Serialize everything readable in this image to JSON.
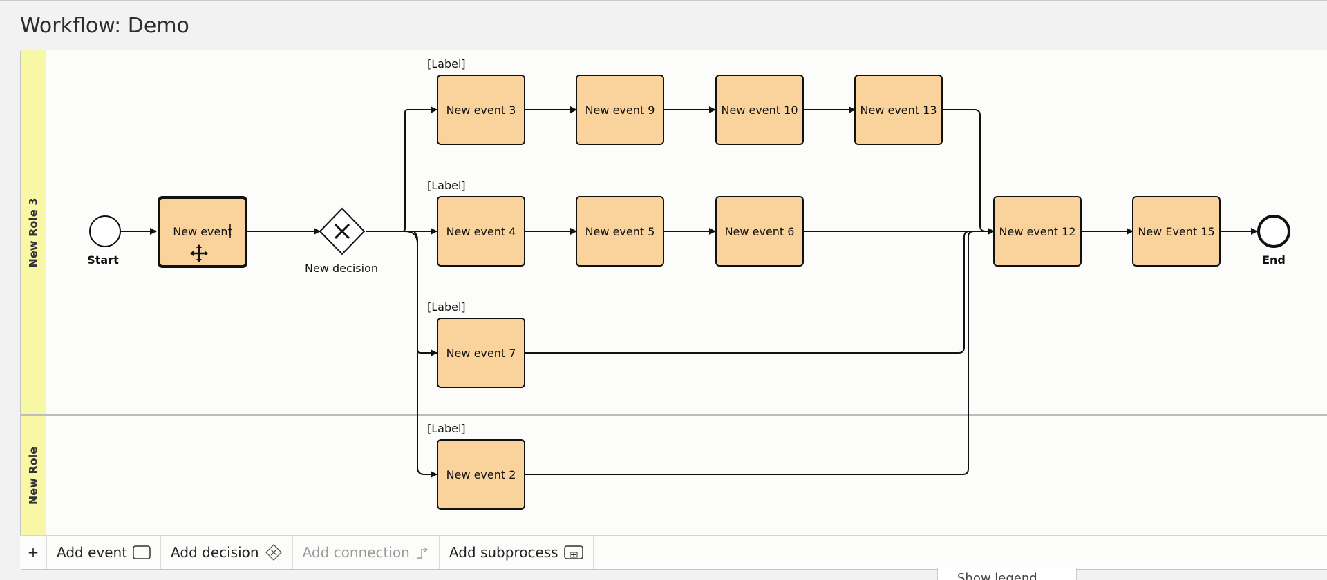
{
  "page": {
    "title": "Workflow: Demo"
  },
  "lanes": [
    {
      "label": "New Role 3"
    },
    {
      "label": "New Role"
    }
  ],
  "nodes": {
    "start": "Start",
    "new_event": "New event",
    "decision": "New decision",
    "e3": "New event 3",
    "e9": "New event 9",
    "e10": "New event 10",
    "e13": "New event 13",
    "e4": "New event 4",
    "e5": "New event 5",
    "e6": "New event 6",
    "e7": "New event 7",
    "e2": "New event 2",
    "e12": "New event 12",
    "e15": "New Event 15",
    "end": "End"
  },
  "branch_labels": [
    "[Label]",
    "[Label]",
    "[Label]",
    "[Label]"
  ],
  "colors": {
    "event_fill": "#f9d39b",
    "lane_label_bg": "#f8f7a5"
  },
  "toolbar": {
    "plus": "+",
    "add_event": "Add event",
    "add_decision": "Add decision",
    "add_connection": "Add connection",
    "add_subprocess": "Add subprocess"
  },
  "popup_partial": "Show legend"
}
